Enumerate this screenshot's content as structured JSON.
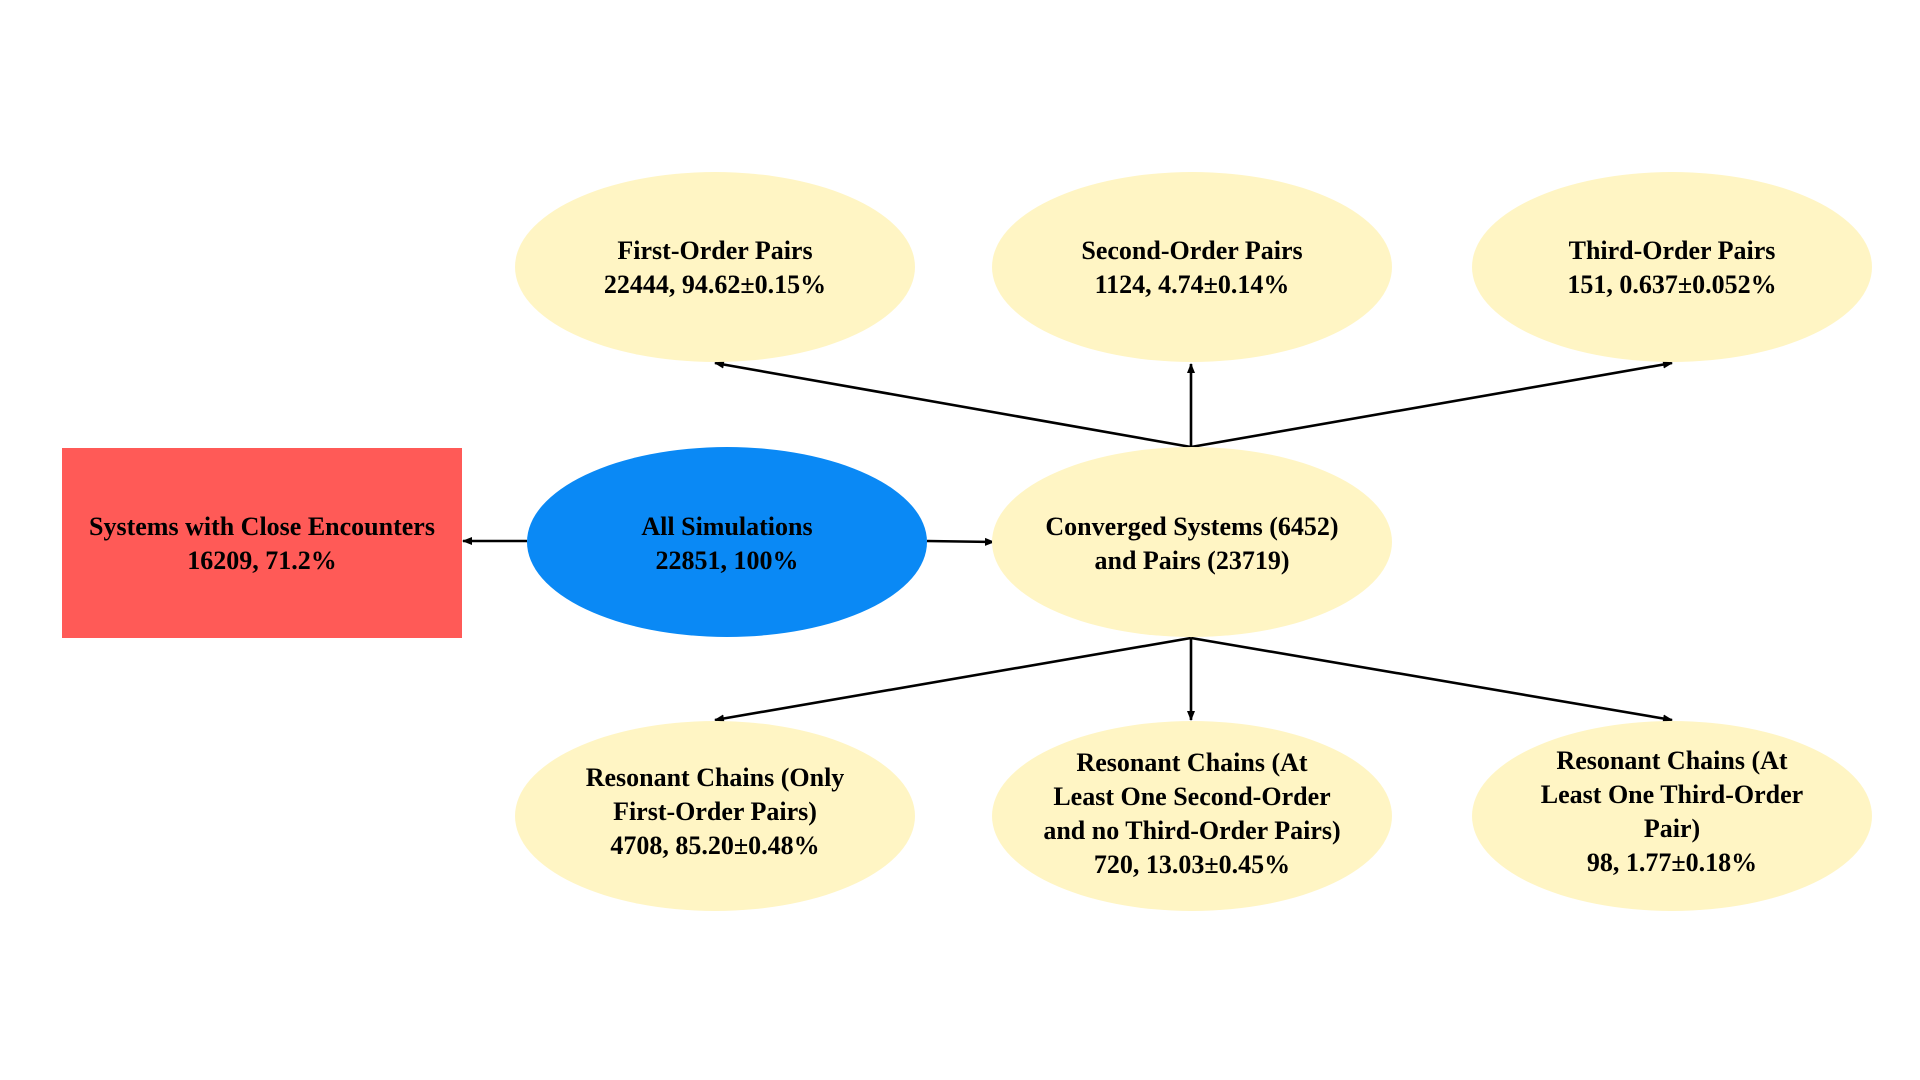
{
  "colors": {
    "root": "#0a89f5",
    "category": "#fff5c4",
    "excluded": "#ff5a57",
    "edge": "#000000"
  },
  "nodes": {
    "all_simulations": {
      "lines": [
        "All Simulations",
        "22851, 100%"
      ]
    },
    "close_encounters": {
      "lines": [
        "Systems with Close Encounters",
        "16209, 71.2%"
      ]
    },
    "converged": {
      "lines": [
        "Converged Systems (6452)",
        "and Pairs (23719)"
      ]
    },
    "first_order_pairs": {
      "lines": [
        "First-Order Pairs",
        "22444, 94.62±0.15%"
      ]
    },
    "second_order_pairs": {
      "lines": [
        "Second-Order Pairs",
        "1124, 4.74±0.14%"
      ]
    },
    "third_order_pairs": {
      "lines": [
        "Third-Order Pairs",
        "151, 0.637±0.052%"
      ]
    },
    "chains_first_only": {
      "lines": [
        "Resonant Chains (Only",
        "First-Order Pairs)",
        "4708, 85.20±0.48%"
      ]
    },
    "chains_second": {
      "lines": [
        "Resonant Chains (At",
        "Least One Second-Order",
        "and no Third-Order Pairs)",
        "720, 13.03±0.45%"
      ]
    },
    "chains_third": {
      "lines": [
        "Resonant Chains (At",
        "Least One Third-Order",
        "Pair)",
        "98, 1.77±0.18%"
      ]
    }
  }
}
